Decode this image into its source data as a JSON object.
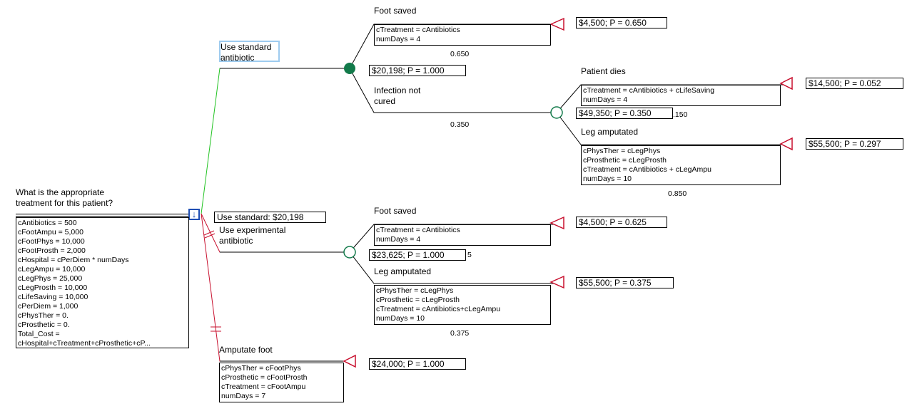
{
  "question": "What is the appropriate\ntreatment for this patient?",
  "decision_icon": "down-arrow-icon",
  "decision_result": "Use standard: $20,198",
  "variables": [
    "cAntibiotics = 500",
    "cFootAmpu = 5,000",
    "cFootPhys = 10,000",
    "cFootProsth = 2,000",
    "cHospital = cPerDiem * numDays",
    "cLegAmpu = 10,000",
    "cLegPhys = 25,000",
    "cLegProsth = 10,000",
    "cLifeSaving = 10,000",
    "cPerDiem = 1,000",
    "cPhysTher = 0.",
    "cProsthetic = 0.",
    "Total_Cost =",
    "cHospital+cTreatment+cProsthetic+cP..."
  ],
  "branches": {
    "standard": {
      "label": "Use standard\nantibiotic",
      "result": "$20,198; P = 1.000",
      "foot_saved": {
        "label": "Foot saved",
        "defs": [
          "cTreatment = cAntibiotics",
          "numDays = 4"
        ],
        "prob": "0.650",
        "result": "$4,500; P = 0.650"
      },
      "not_cured": {
        "label": "Infection not\ncured",
        "prob": "0.350",
        "result": "$49,350; P = 0.350",
        "result_overlap": ".150",
        "patient_dies": {
          "label": "Patient dies",
          "defs": [
            "cTreatment = cAntibiotics + cLifeSaving",
            "numDays = 4"
          ],
          "result": "$14,500; P = 0.052"
        },
        "leg_amputated": {
          "label": "Leg amputated",
          "defs": [
            "cPhysTher = cLegPhys",
            "cProsthetic = cLegProsth",
            "cTreatment = cAntibiotics + cLegAmpu",
            "numDays = 10"
          ],
          "prob": "0.850",
          "result": "$55,500; P = 0.297"
        }
      }
    },
    "experimental": {
      "label": "Use experimental\nantibiotic",
      "result": "$23,625; P = 1.000",
      "result_overlap": "5",
      "foot_saved": {
        "label": "Foot saved",
        "defs": [
          "cTreatment = cAntibiotics",
          "numDays = 4"
        ],
        "result": "$4,500; P = 0.625"
      },
      "leg_amputated": {
        "label": "Leg amputated",
        "defs": [
          "cPhysTher = cLegPhys",
          "cProsthetic = cLegProsth",
          "cTreatment = cAntibiotics+cLegAmpu",
          "numDays = 10"
        ],
        "prob": "0.375",
        "result": "$55,500; P = 0.375"
      }
    },
    "amputate": {
      "label": "Amputate foot",
      "defs": [
        "cPhysTher = cFootPhys",
        "cProsthetic = cFootProsth",
        "cTreatment = cFootAmpu",
        "numDays = 7"
      ],
      "result": "$24,000; P = 1.000"
    }
  },
  "colors": {
    "optimal_branch": "#22c322",
    "rejected_branch": "#c8102e",
    "chance_node_filled": "#127a4a",
    "chance_node_outline": "#127a4a",
    "terminal": "#c8102e",
    "decision_node": "#1f4fb4"
  }
}
